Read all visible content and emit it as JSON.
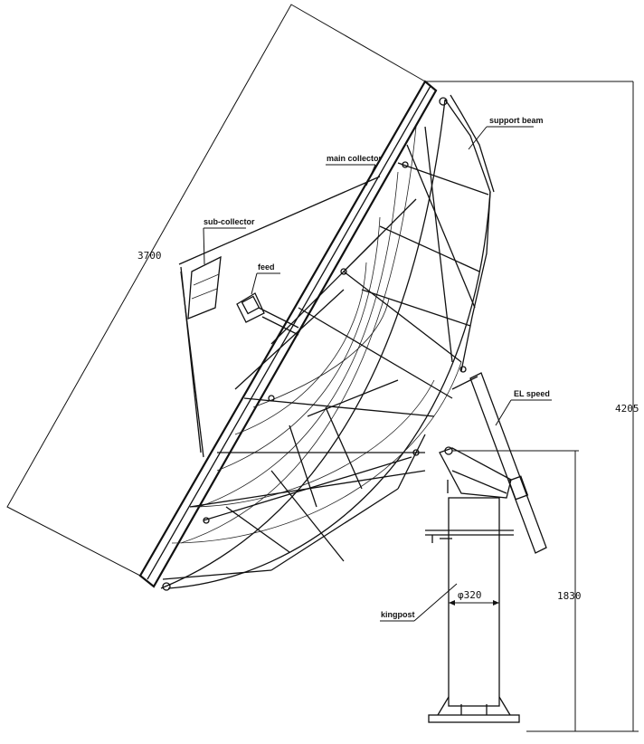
{
  "labels": {
    "support_beam": "support beam",
    "main_collector": "main collector",
    "sub_collector": "sub-collector",
    "feed": "feed",
    "el_speed": "EL speed",
    "kingpost": "kingpost"
  },
  "dimensions": {
    "diameter": "3700",
    "total_height": "4205",
    "pedestal_height": "1830",
    "post_diameter": "φ320"
  }
}
